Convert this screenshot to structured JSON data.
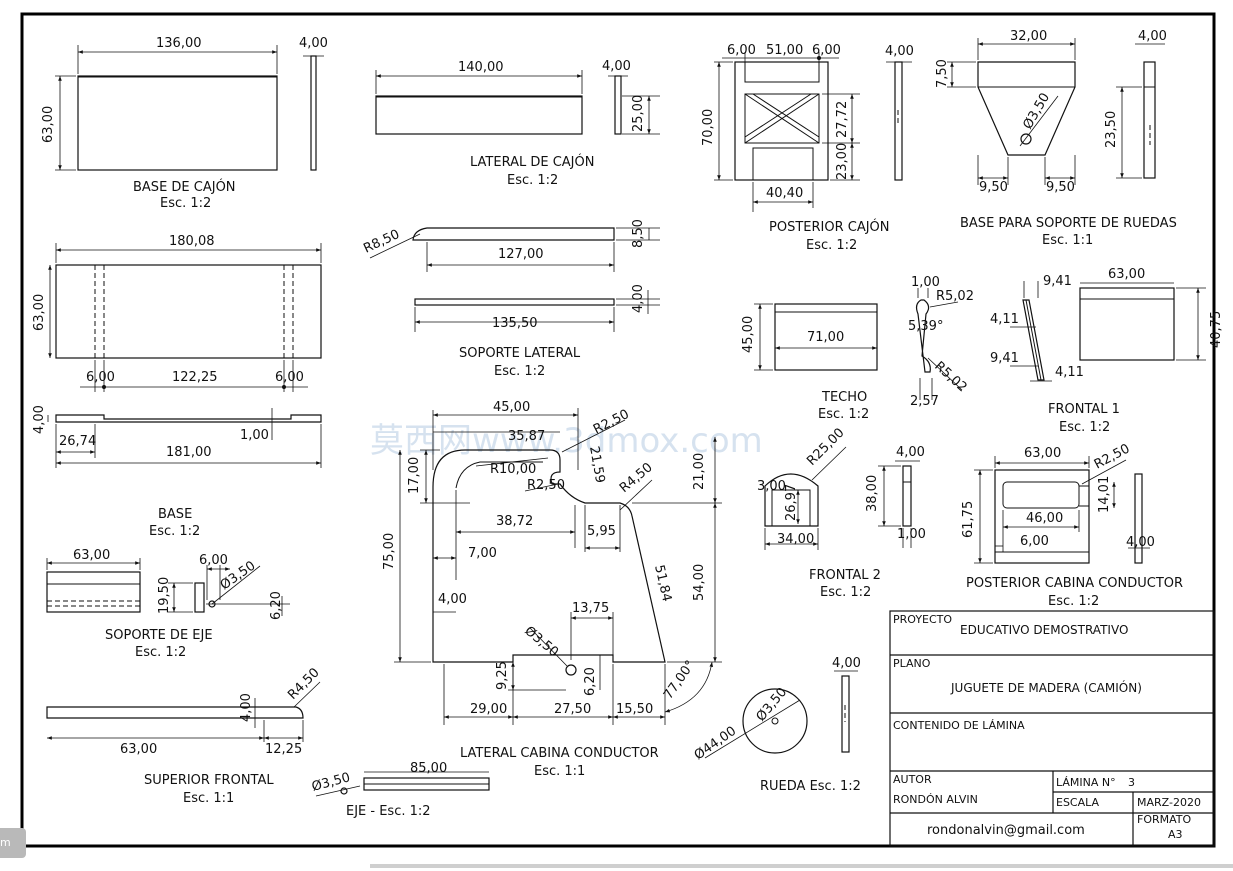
{
  "watermark": "莫西网www.3dmox.com",
  "side_tab": "m",
  "parts": {
    "base_cajon": {
      "title": "BASE DE CAJÓN",
      "scale": "Esc. 1:2",
      "d_width": "136,00",
      "d_height": "63,00",
      "d_thick": "4,00"
    },
    "lateral_cajon": {
      "title": "LATERAL DE CAJÓN",
      "scale": "Esc. 1:2",
      "d_width": "140,00",
      "d_thick": "4,00",
      "d_height": "25,00"
    },
    "posterior_cajon": {
      "title": "POSTERIOR CAJÓN",
      "scale": "Esc. 1:2",
      "d_left": "6,00",
      "d_mid": "51,00",
      "d_right": "6,00",
      "d_thick": "4,00",
      "d_height": "70,00",
      "d_x": "27,72",
      "d_low": "23,00",
      "d_bottom": "40,40"
    },
    "base_soporte_ruedas": {
      "title": "BASE PARA SOPORTE DE RUEDAS",
      "scale": "Esc. 1:1",
      "d_top": "32,00",
      "d_thick": "4,00",
      "d_step": "7,50",
      "d_hole": "Ø3,50",
      "d_height": "23,50",
      "d_bl": "9,50",
      "d_br": "9,50"
    },
    "base": {
      "title": "BASE",
      "scale": "Esc. 1:2",
      "d_width": "180,08",
      "d_height": "63,00",
      "d_l": "6,00",
      "d_mid": "122,25",
      "d_r": "6,00",
      "d_thick": "4,00",
      "d_off": "26,74",
      "d_total": "181,00",
      "d_step": "1,00"
    },
    "soporte_lateral": {
      "title": "SOPORTE LATERAL",
      "scale": "Esc. 1:2",
      "d_r": "R8,50",
      "d_h": "8,50",
      "d_len": "127,00",
      "d_width": "135,50",
      "d_thick": "4,00"
    },
    "techo": {
      "title": "TECHO",
      "scale": "Esc. 1:2",
      "d_height": "45,00",
      "d_width": "71,00"
    },
    "frontal1": {
      "title": "FRONTAL 1",
      "scale": "Esc. 1:2",
      "d_a": "1,00",
      "d_r1": "R5,02",
      "d_ang": "5,39°",
      "d_r2": "R5,02",
      "d_b": "2,57",
      "d_c": "9,41",
      "d_d": "4,11",
      "d_e": "9,41",
      "d_f": "4,11",
      "d_width": "63,00",
      "d_height": "40,75"
    },
    "lateral_cabina": {
      "title": "LATERAL CABINA CONDUCTOR",
      "scale": "Esc. 1:1",
      "d_top": "45,00",
      "d_r25": "R2,50",
      "d_3587": "35,87",
      "d_r10": "R10,00",
      "d_2159": "21,59",
      "d_17": "17,00",
      "d_r25b": "R2,50",
      "d_r45": "R4,50",
      "d_21": "21,00",
      "d_3872": "38,72",
      "d_595": "5,95",
      "d_7": "7,00",
      "d_75": "75,00",
      "d_5184": "51,84",
      "d_54": "54,00",
      "d_4": "4,00",
      "d_1375": "13,75",
      "d_hole": "Ø3,50",
      "d_925": "9,25",
      "d_62": "6,20",
      "d_ang": "77,00°",
      "d_29": "29,00",
      "d_275": "27,50",
      "d_155": "15,50"
    },
    "frontal2": {
      "title": "FRONTAL 2",
      "scale": "Esc. 1:2",
      "d_r": "R25,00",
      "d_3": "3,00",
      "d_2697": "26,97",
      "d_34": "34,00",
      "d_38": "38,00",
      "d_4": "4,00",
      "d_1": "1,00"
    },
    "posterior_cabina": {
      "title": "POSTERIOR CABINA CONDUCTOR",
      "scale": "Esc. 1:2",
      "d_width": "63,00",
      "d_r": "R2,50",
      "d_height": "61,75",
      "d_1401": "14,01",
      "d_46": "46,00",
      "d_6": "6,00",
      "d_4": "4,00"
    },
    "soporte_eje": {
      "title": "SOPORTE DE EJE",
      "scale": "Esc. 1:2",
      "d_width": "63,00",
      "d_6": "6,00",
      "d_hole": "Ø3,50",
      "d_195": "19,50",
      "d_62": "6,20"
    },
    "superior_frontal": {
      "title": "SUPERIOR FRONTAL",
      "scale": "Esc. 1:1",
      "d_r": "R4,50",
      "d_4": "4,00",
      "d_63": "63,00",
      "d_1225": "12,25"
    },
    "eje": {
      "title": "EJE - Esc. 1:2",
      "d_hole": "Ø3,50",
      "d_85": "85,00"
    },
    "rueda": {
      "title": "RUEDA Esc. 1:2",
      "d_44": "Ø44,00",
      "d_hole": "Ø3,50",
      "d_4": "4,00"
    }
  },
  "title_block": {
    "proyecto_label": "PROYECTO",
    "proyecto_value": "EDUCATIVO DEMOSTRATIVO",
    "plano_label": "PLANO",
    "plano_value": "JUGUETE DE MADERA (CAMIÓN)",
    "contenido_label": "CONTENIDO DE LÁMINA",
    "autor_label": "AUTOR",
    "autor_value": "RONDÓN ALVIN",
    "lamina_label": "LÁMINA N°",
    "lamina_value": "3",
    "escala_label": "ESCALA",
    "fecha_value": "MARZ-2020",
    "email": "rondonalvin@gmail.com",
    "formato_label": "FORMATO",
    "formato_value": "A3"
  }
}
